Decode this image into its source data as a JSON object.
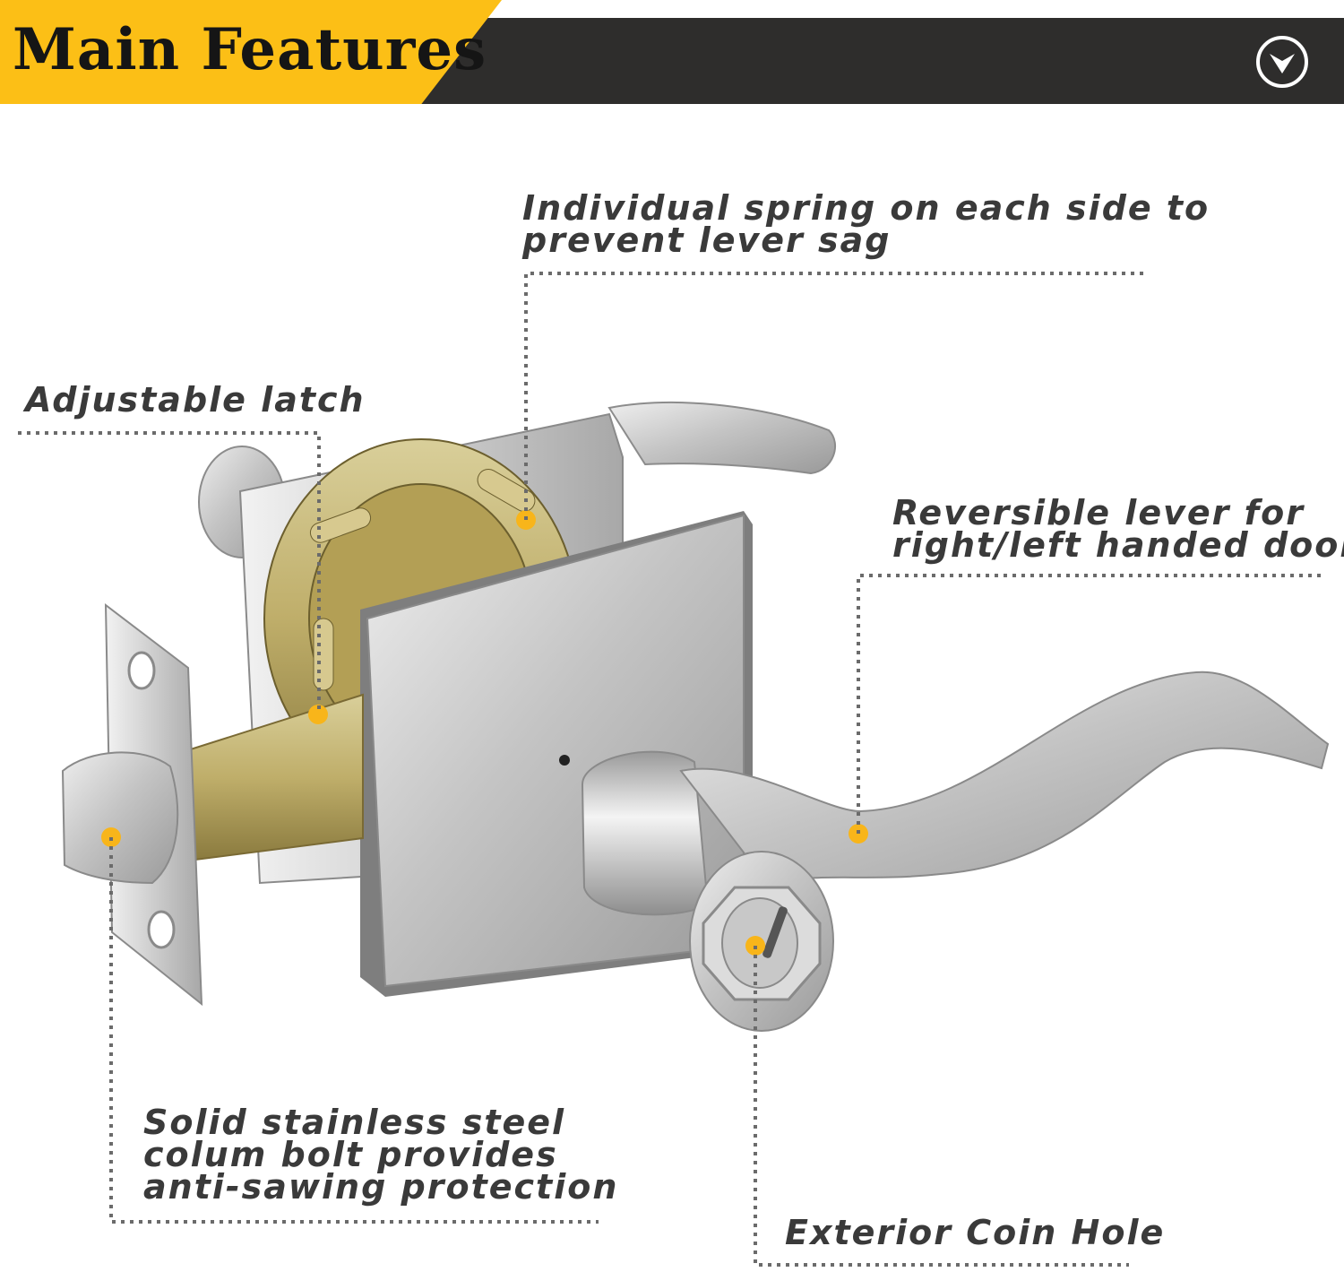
{
  "banner": {
    "title": "Main Features",
    "badge_icon": "chevron-down-circle-icon",
    "colors": {
      "accent": "#fcbf16",
      "dark": "#2e2d2c",
      "title_text": "#151515"
    }
  },
  "features": {
    "spring": {
      "lines": [
        "Individual spring on each side to",
        "prevent lever sag"
      ]
    },
    "latch": {
      "lines": [
        "Adjustable latch"
      ]
    },
    "lever": {
      "lines": [
        "Reversible lever for",
        "right/left handed door"
      ]
    },
    "bolt": {
      "lines": [
        "Solid stainless steel",
        "colum bolt provides",
        "anti-sawing protection"
      ]
    },
    "coin": {
      "lines": [
        "Exterior Coin Hole"
      ]
    }
  },
  "colors": {
    "marker": "#f8b51a",
    "label_text": "#3a3a3a",
    "leader": "#6b6b6b"
  }
}
